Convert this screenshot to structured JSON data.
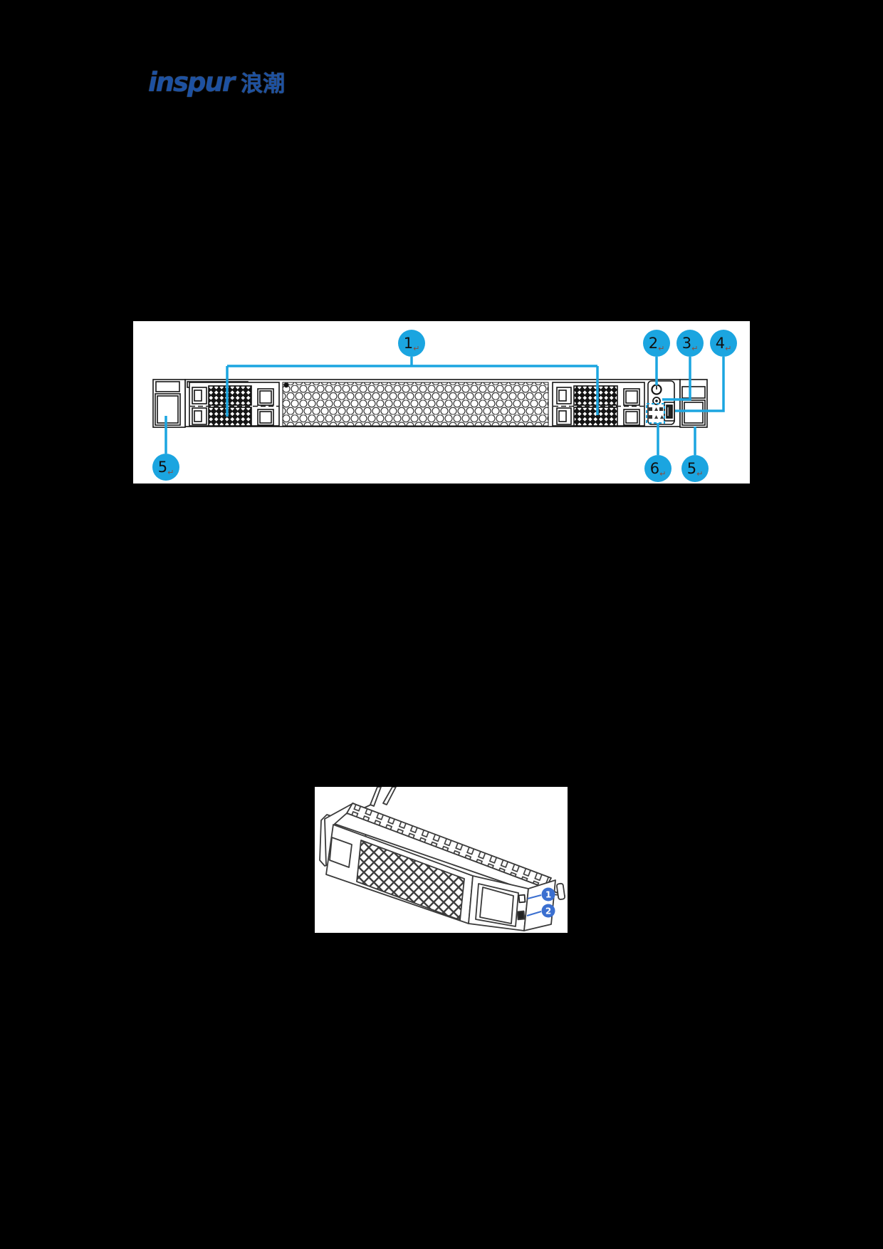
{
  "logo": {
    "brand": "inspur",
    "brand_cn": "浪潮"
  },
  "marks": {
    "return_mark": "↵"
  },
  "server_diagram": {
    "description_icon": "server-front-panel-line-drawing",
    "accent_color": "#1BA5E0",
    "callouts": {
      "c1": "1",
      "c2": "2",
      "c3": "3",
      "c4": "4",
      "c5_left": "5",
      "c6": "6",
      "c5_right": "5"
    }
  },
  "tray_diagram": {
    "description_icon": "drive-tray-isometric-line-drawing",
    "accent_color": "#3B6FD0",
    "callouts": {
      "d1": "1",
      "d2": "2"
    }
  },
  "colors": {
    "page_bg": "#000000",
    "panel_bg": "#FFFFFF",
    "logo_blue": "#1D51A1",
    "callout_cyan": "#1BA5E0",
    "dot_blue": "#3B6FD0",
    "return_mark_brown": "#8A4A3A"
  }
}
